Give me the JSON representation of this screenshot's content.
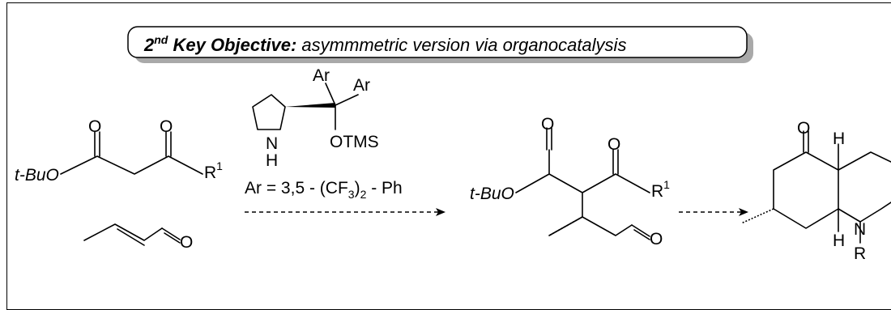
{
  "banner": {
    "prefix": "2",
    "superscript": "nd",
    "bold_part": " Key Objective:",
    "italic_part": " asymmmetric version via organocatalysis"
  },
  "reactant": {
    "ester_group": "t-BuO",
    "oxygen": "O",
    "r_group": "R",
    "r_superscript": "1"
  },
  "aldehyde": {
    "oxygen": "O"
  },
  "catalyst": {
    "ar1": "Ar",
    "ar2": "Ar",
    "silyl": "OTMS",
    "nitrogen": "N",
    "hydrogen": "H",
    "definition_prefix": "Ar = 3,5 - (CF",
    "definition_sub": "3",
    "definition_mid": ")",
    "definition_sub2": "2",
    "definition_suffix": " - Ph"
  },
  "product": {
    "ester_group": "t-BuO",
    "oxygen": "O",
    "r_group": "R",
    "r_superscript": "1"
  },
  "target": {
    "oxygen": "O",
    "hydrogen": "H",
    "nitrogen": "N",
    "r_group": "R"
  }
}
